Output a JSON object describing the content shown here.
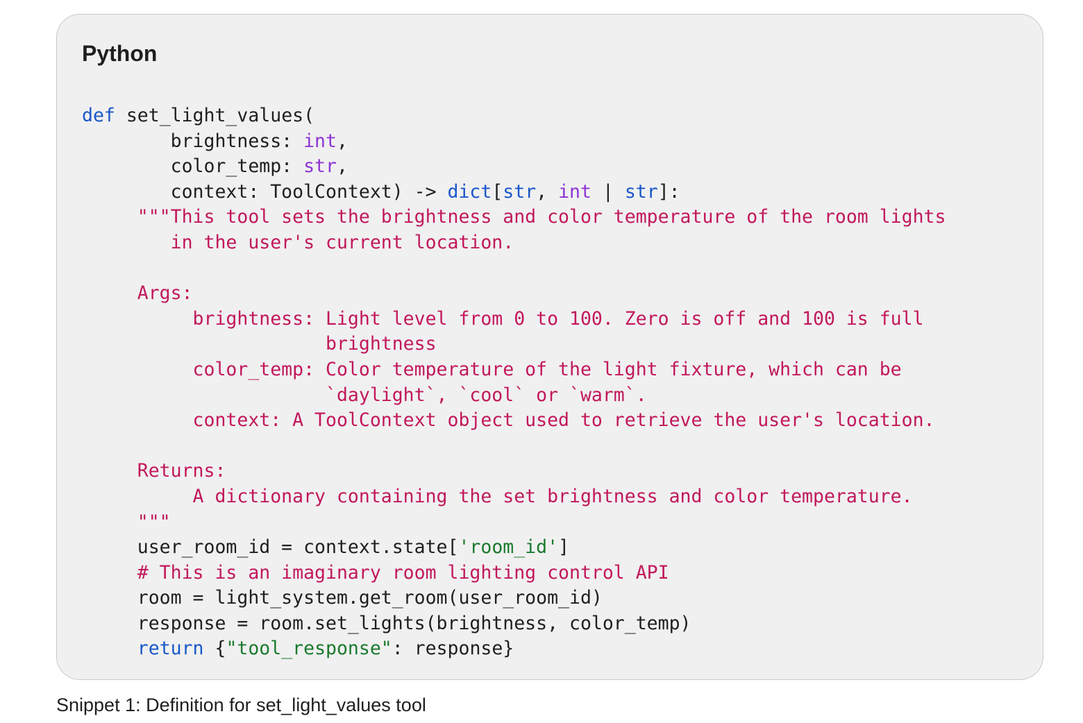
{
  "code_card": {
    "language": "Python",
    "lines": [
      [
        {
          "t": "def",
          "c": "kw"
        },
        {
          "t": " set_light_values(",
          "c": "plain"
        }
      ],
      [
        {
          "t": "        brightness: ",
          "c": "plain"
        },
        {
          "t": "int",
          "c": "type"
        },
        {
          "t": ",",
          "c": "plain"
        }
      ],
      [
        {
          "t": "        color_temp: ",
          "c": "plain"
        },
        {
          "t": "str",
          "c": "type"
        },
        {
          "t": ",",
          "c": "plain"
        }
      ],
      [
        {
          "t": "        context: ToolContext) -> ",
          "c": "plain"
        },
        {
          "t": "dict",
          "c": "kw"
        },
        {
          "t": "[",
          "c": "plain"
        },
        {
          "t": "str",
          "c": "kw"
        },
        {
          "t": ", ",
          "c": "plain"
        },
        {
          "t": "int",
          "c": "type"
        },
        {
          "t": " | ",
          "c": "plain"
        },
        {
          "t": "str",
          "c": "kw"
        },
        {
          "t": "]:",
          "c": "plain"
        }
      ],
      [
        {
          "t": "     \"\"\"This tool sets the brightness and color temperature of the room lights",
          "c": "doc"
        }
      ],
      [
        {
          "t": "        in the user's current location.",
          "c": "doc"
        }
      ],
      [],
      [
        {
          "t": "     Args:",
          "c": "doc"
        }
      ],
      [
        {
          "t": "          brightness: Light level from 0 to 100. Zero is off and 100 is full",
          "c": "doc"
        }
      ],
      [
        {
          "t": "                      brightness",
          "c": "doc"
        }
      ],
      [
        {
          "t": "          color_temp: Color temperature of the light fixture, which can be",
          "c": "doc"
        }
      ],
      [
        {
          "t": "                      `daylight`, `cool` or `warm`.",
          "c": "doc"
        }
      ],
      [
        {
          "t": "          context: A ToolContext object used to retrieve the user's location.",
          "c": "doc"
        }
      ],
      [],
      [
        {
          "t": "     Returns:",
          "c": "doc"
        }
      ],
      [
        {
          "t": "          A dictionary containing the set brightness and color temperature.",
          "c": "doc"
        }
      ],
      [
        {
          "t": "     \"\"\"",
          "c": "doc"
        }
      ],
      [
        {
          "t": "     user_room_id = context.state[",
          "c": "plain"
        },
        {
          "t": "'room_id'",
          "c": "str"
        },
        {
          "t": "]",
          "c": "plain"
        }
      ],
      [
        {
          "t": "     # This is an imaginary room lighting control API",
          "c": "cmt"
        }
      ],
      [
        {
          "t": "     room = light_system.get_room(user_room_id)",
          "c": "plain"
        }
      ],
      [
        {
          "t": "     response = room.set_lights(brightness, color_temp)",
          "c": "plain"
        }
      ],
      [
        {
          "t": "     ",
          "c": "plain"
        },
        {
          "t": "return",
          "c": "kw"
        },
        {
          "t": " {",
          "c": "plain"
        },
        {
          "t": "\"tool_response\"",
          "c": "str"
        },
        {
          "t": ": response}",
          "c": "plain"
        }
      ]
    ]
  },
  "caption": "Snippet 1: Definition for set_light_values tool",
  "colors": {
    "keyword": "#1a57c9",
    "type": "#8e34d4",
    "docstring": "#c2185b",
    "string": "#1b7a2e",
    "text": "#1f1f1f",
    "card_background": "#f0f0f0"
  }
}
